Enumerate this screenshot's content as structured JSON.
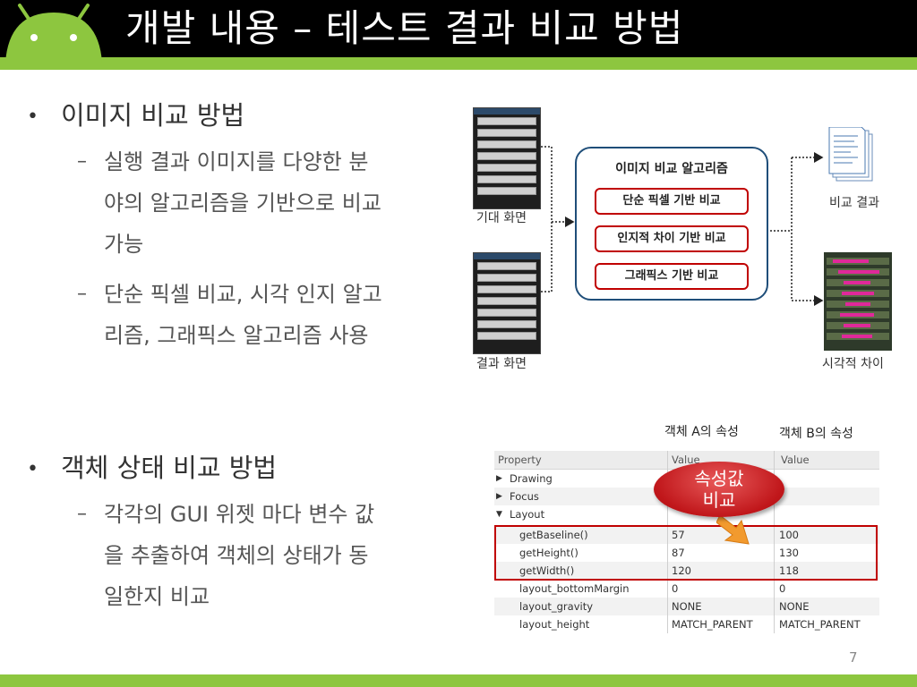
{
  "header": {
    "title": "개발 내용 – 테스트 결과 비교 방법"
  },
  "page_number": "7",
  "section_image": {
    "title": "이미지 비교 방법",
    "points": [
      [
        "실행 결과 이미지를 다양한 분",
        "야의 알고리즘을 기반으로 비교",
        "가능"
      ],
      [
        "단순 픽셀 비교, 시각 인지 알고",
        "리즘, 그래픽스 알고리즘 사용"
      ]
    ]
  },
  "section_object": {
    "title": "객체 상태 비교 방법",
    "points": [
      [
        "각각의 GUI 위젯 마다 변수 값",
        "을 추출하여 객체의 상태가 동",
        "일한지 비교"
      ]
    ]
  },
  "diagram": {
    "expected_label": "기대 화면",
    "result_label": "결과 화면",
    "algo_title": "이미지 비교 알고리즘",
    "algo_items": [
      "단순 픽셀 기반 비교",
      "인지적 차이 기반 비교",
      "그래픽스 기반 비교"
    ],
    "compare_result_label": "비교 결과",
    "visual_diff_label": "시각적 차이"
  },
  "prop_table": {
    "col_a_label": "객체 A의 속성",
    "col_b_label": "객체 B의 속성",
    "headers": [
      "Property",
      "Value",
      "Value"
    ],
    "rows": [
      [
        "Drawing",
        "",
        ""
      ],
      [
        "Focus",
        "",
        ""
      ],
      [
        "Layout",
        "",
        ""
      ],
      [
        "getBaseline()",
        "57",
        "100"
      ],
      [
        "getHeight()",
        "87",
        "130"
      ],
      [
        "getWidth()",
        "120",
        "118"
      ],
      [
        "layout_bottomMargin",
        "0",
        "0"
      ],
      [
        "layout_gravity",
        "NONE",
        "NONE"
      ],
      [
        "layout_height",
        "MATCH_PARENT",
        "MATCH_PARENT"
      ]
    ],
    "callout": [
      "속성값",
      "비교"
    ]
  },
  "colors": {
    "accent": "#8dc63f",
    "callout": "#c0161a",
    "highlight": "#c00000",
    "box_border": "#1f4e79"
  }
}
